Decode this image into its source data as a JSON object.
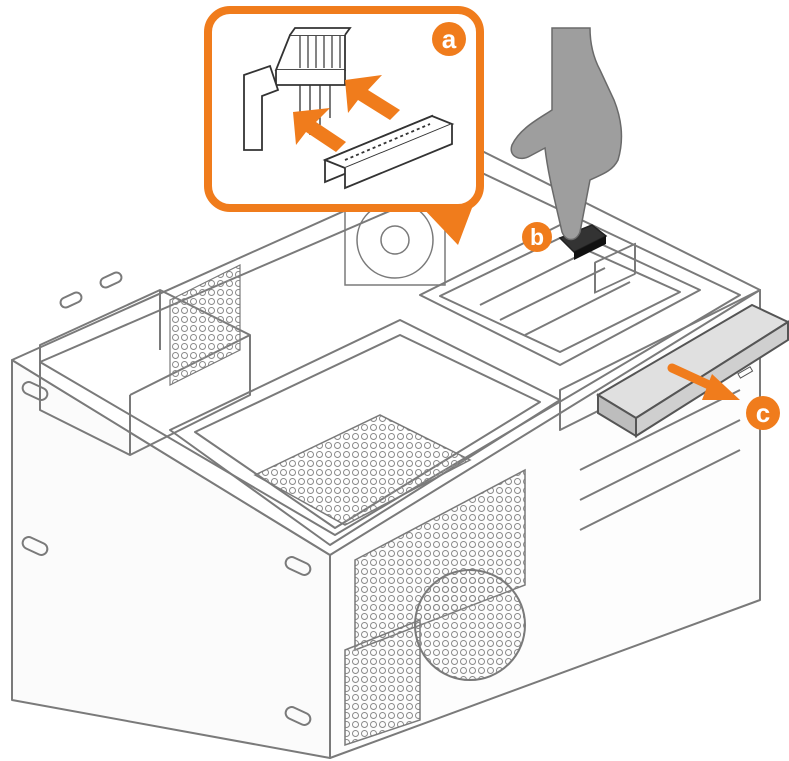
{
  "colors": {
    "accent": "#f07c1c",
    "line": "#7a7a7a",
    "hand": "#9e9e9e",
    "drive": "#d6d6d6",
    "background": "#ffffff"
  },
  "callouts": {
    "a": {
      "label": "a"
    },
    "b": {
      "label": "b"
    },
    "c": {
      "label": "c"
    }
  }
}
